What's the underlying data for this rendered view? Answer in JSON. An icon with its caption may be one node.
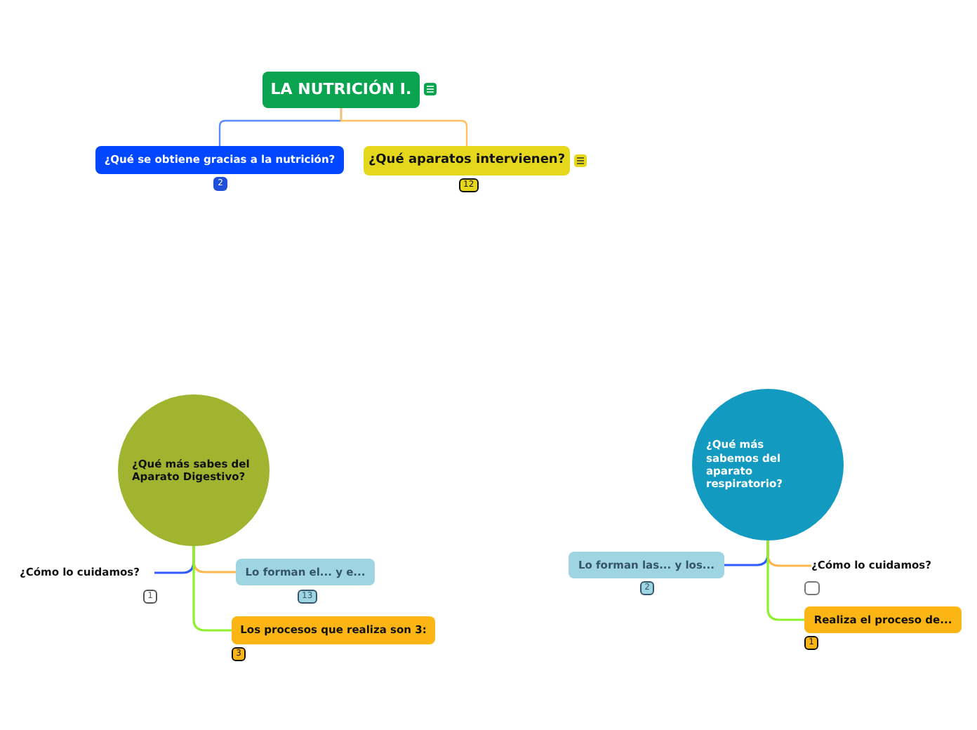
{
  "diagram": {
    "nodes": [
      {
        "text": [
          "LA NUTRICIÓN I."
        ]
      },
      {
        "text": [
          "¿Qué se obtiene gracias a la nutrición?"
        ],
        "beside": [
          "2"
        ]
      },
      {
        "text": [
          "¿Qué aparatos intervienen?"
        ],
        "beside": [
          "12"
        ]
      },
      {
        "text": [
          "¿Qué más sabes del Aparato Digestivo?"
        ]
      },
      {
        "text": [
          "¿Cómo lo cuidamos?"
        ],
        "beside": [
          "1"
        ]
      },
      {
        "text": [
          "Lo forman el... y e..."
        ],
        "beside": [
          "13"
        ]
      },
      {
        "text": [
          "Los procesos que realiza son 3:"
        ],
        "beside": [
          "3"
        ]
      },
      {
        "text": [
          "¿Qué más sabemos del aparato respiratorio?"
        ]
      },
      {
        "text": [
          "Lo forman las... y los..."
        ],
        "beside": [
          "2"
        ]
      },
      {
        "text": [
          "¿Cómo lo cuidamos?"
        ]
      },
      {
        "text": [
          "Realiza el proceso de..."
        ],
        "beside": [
          "1"
        ]
      }
    ],
    "edges": [
      {
        "from": 0,
        "to": 1,
        "arrow": "none",
        "color": "#5a8cff"
      },
      {
        "from": 0,
        "to": 2,
        "arrow": "none",
        "color": "#ffc060"
      },
      {
        "from": 3,
        "to": 4,
        "arrow": "none",
        "color": "#2f5bff"
      },
      {
        "from": 3,
        "to": 5,
        "arrow": "none",
        "color": "#ffb74d"
      },
      {
        "from": 3,
        "to": 6,
        "arrow": "none",
        "color": "#8ef22a"
      },
      {
        "from": 7,
        "to": 8,
        "arrow": "none",
        "color": "#2f5bff"
      },
      {
        "from": 7,
        "to": 9,
        "arrow": "none",
        "color": "#ffb74d"
      },
      {
        "from": 7,
        "to": 10,
        "arrow": "none",
        "color": "#8ef22a"
      }
    ]
  }
}
